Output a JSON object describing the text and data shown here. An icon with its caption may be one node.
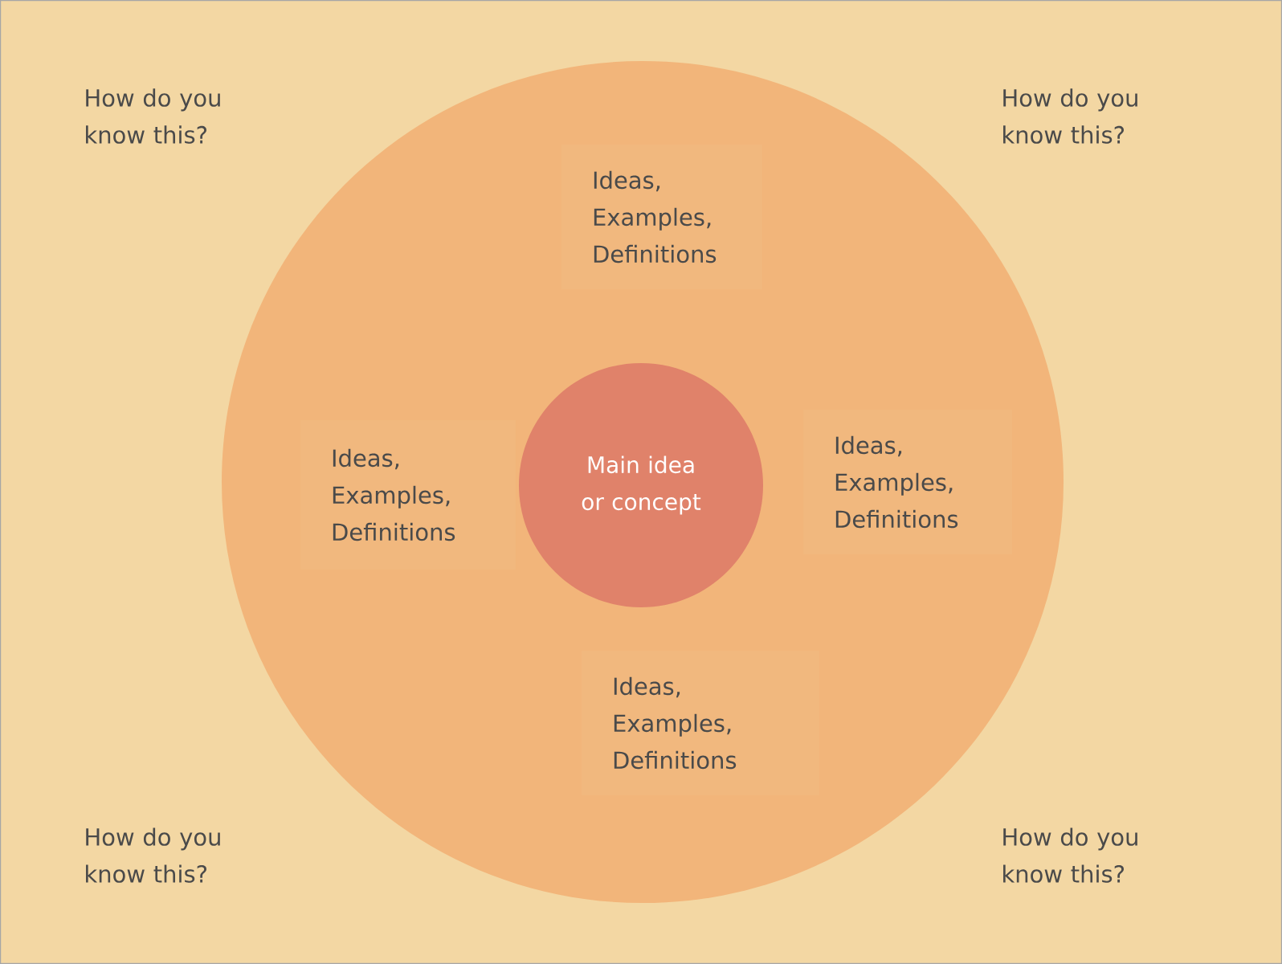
{
  "diagram": {
    "nodes": [
      {
        "text": [],
        "shape": "circle"
      },
      {
        "text": [
          "Main idea or concept"
        ],
        "in": 0
      },
      {
        "text": [
          "Ideas, Examples, Definitions"
        ],
        "in": 0
      },
      {
        "text": [
          "Ideas, Examples, Definitions"
        ],
        "in": 0
      },
      {
        "text": [
          "Ideas, Examples, Definitions"
        ],
        "in": 0
      },
      {
        "text": [
          "Ideas, Examples, Definitions"
        ],
        "in": 0
      }
    ],
    "labels": [
      "How do you know this?",
      "How do you know this?",
      "How do you know this?",
      "How do you know this?"
    ]
  }
}
